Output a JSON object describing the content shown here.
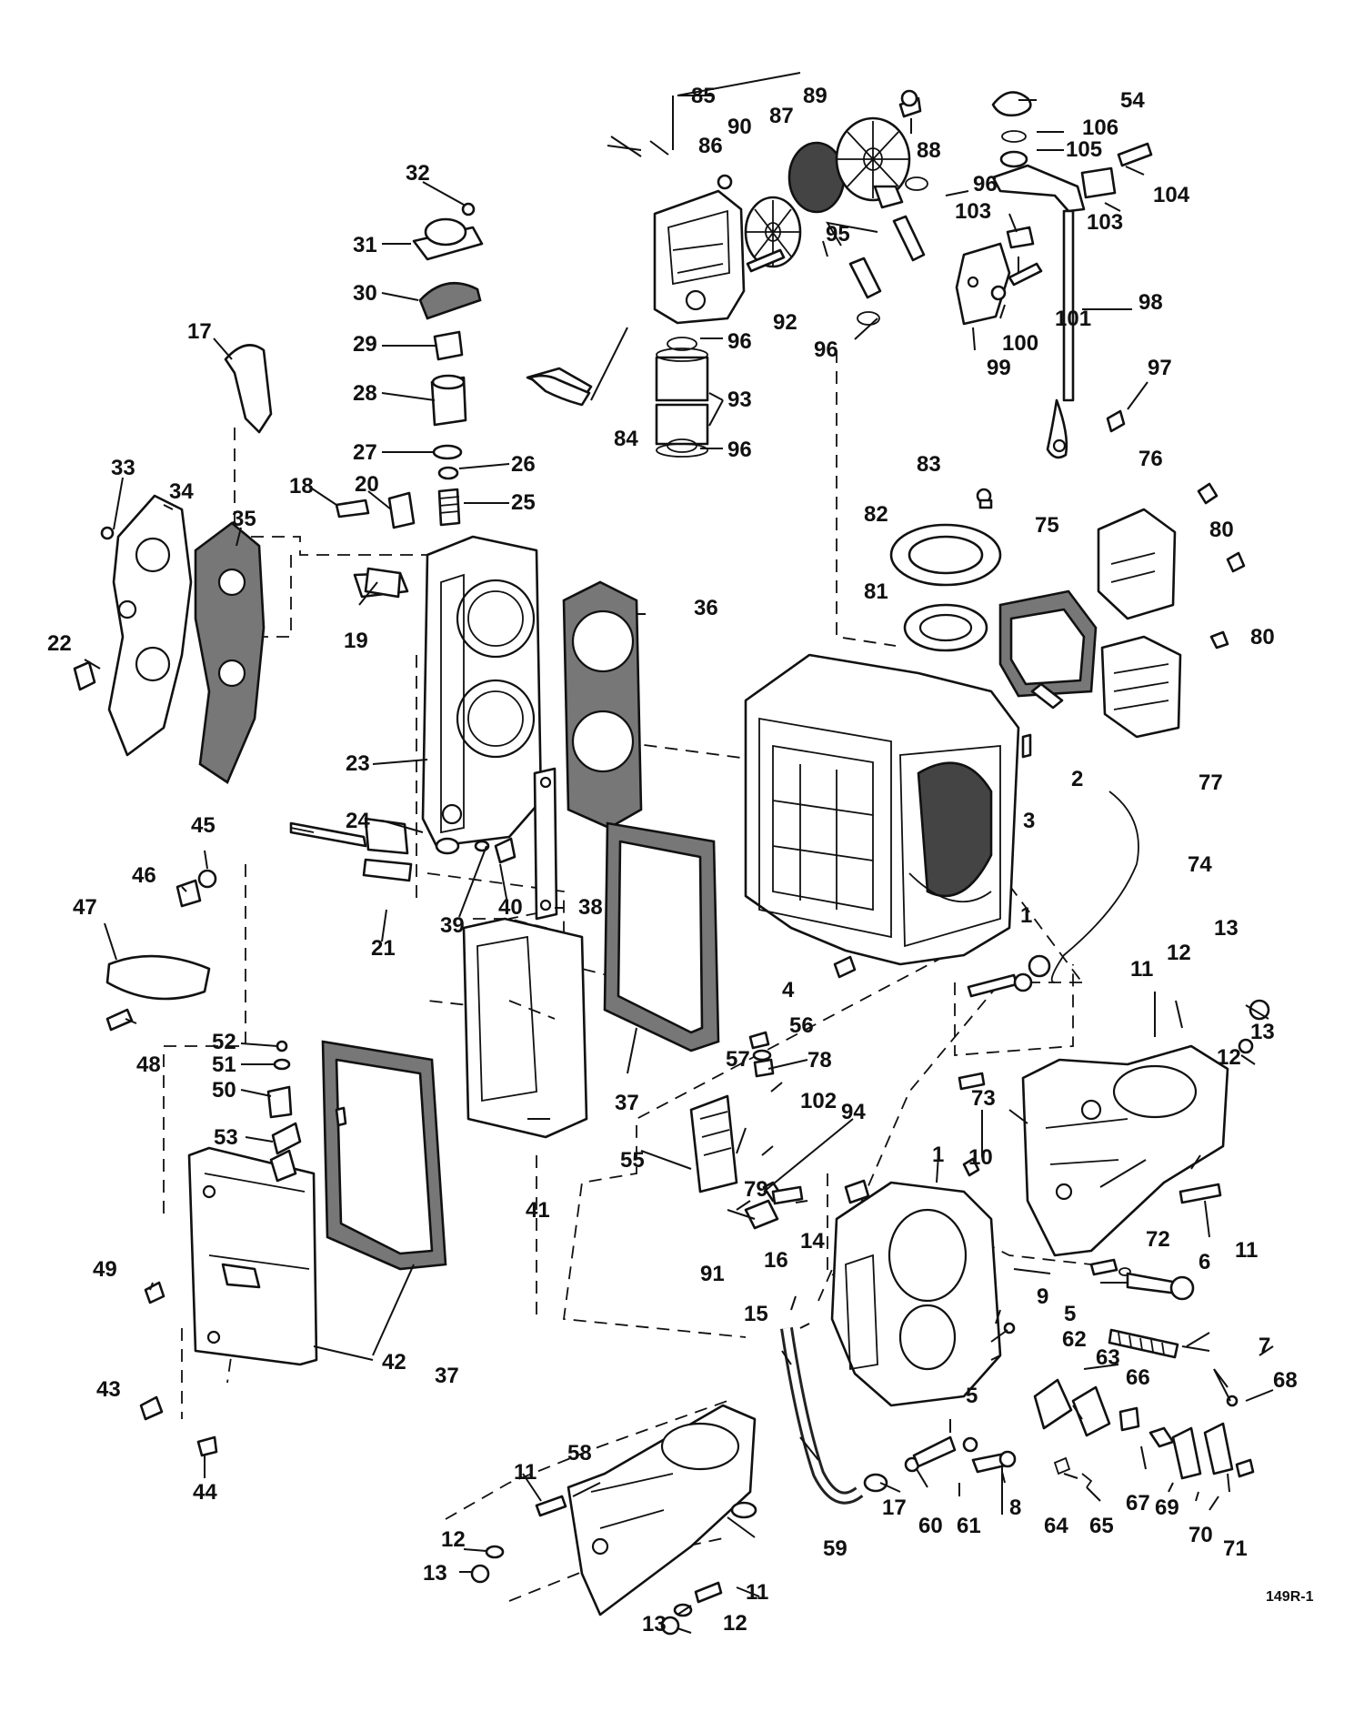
{
  "figure_code": "149R-1",
  "callouts": [
    "1",
    "2",
    "3",
    "4",
    "5",
    "6",
    "7",
    "8",
    "9",
    "10",
    "11",
    "12",
    "13",
    "14",
    "15",
    "16",
    "17",
    "18",
    "19",
    "20",
    "21",
    "22",
    "23",
    "24",
    "25",
    "26",
    "27",
    "28",
    "29",
    "30",
    "31",
    "32",
    "33",
    "34",
    "35",
    "36",
    "37",
    "38",
    "39",
    "40",
    "41",
    "42",
    "43",
    "44",
    "45",
    "46",
    "47",
    "48",
    "49",
    "50",
    "51",
    "52",
    "53",
    "54",
    "55",
    "56",
    "57",
    "58",
    "59",
    "60",
    "61",
    "62",
    "63",
    "64",
    "65",
    "66",
    "67",
    "68",
    "69",
    "70",
    "71",
    "72",
    "73",
    "74",
    "75",
    "76",
    "77",
    "78",
    "79",
    "80",
    "81",
    "82",
    "83",
    "84",
    "85",
    "86",
    "87",
    "88",
    "89",
    "90",
    "91",
    "92",
    "93",
    "94",
    "95",
    "96",
    "97",
    "98",
    "99",
    "100",
    "101",
    "102",
    "103",
    "104",
    "105",
    "106"
  ]
}
